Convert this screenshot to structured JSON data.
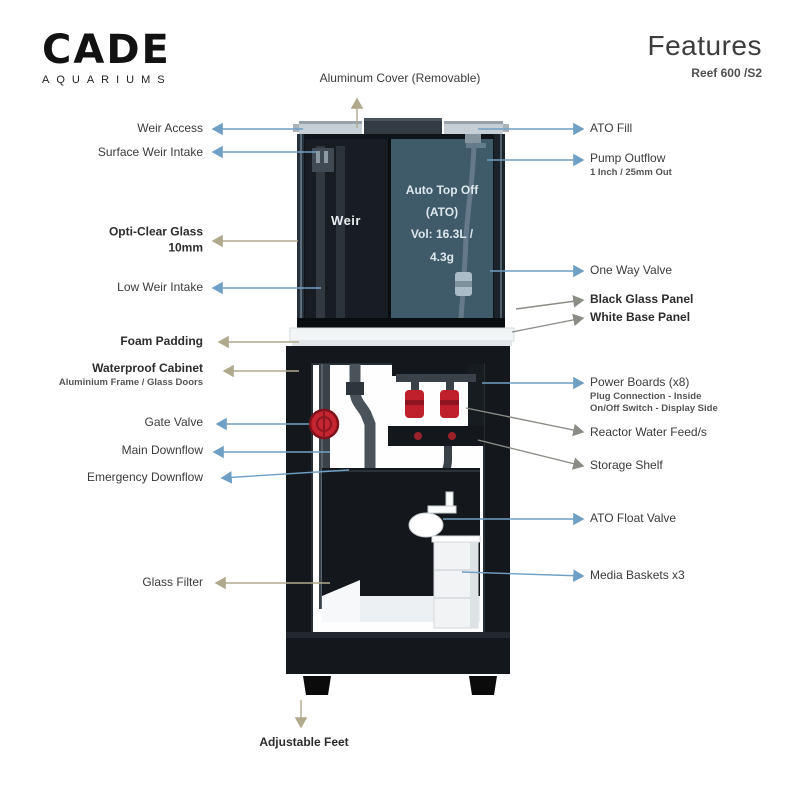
{
  "brand": {
    "name": "CADE",
    "tagline": "AQUARIUMS"
  },
  "header": {
    "title": "Features",
    "subtitle": "Reef 600 /S2"
  },
  "diagram_text": {
    "top_label": "Aluminum Cover (Removable)",
    "bottom_label": "Adjustable Feet",
    "weir_label": "Weir",
    "ato_text": [
      "Auto Top Off",
      "(ATO)",
      "Vol: 16.3L /",
      "4.3g"
    ]
  },
  "callouts_left": [
    {
      "label": "Weir Access"
    },
    {
      "label": "Surface Weir Intake"
    },
    {
      "label": "Opti-Clear Glass",
      "sub": "10mm"
    },
    {
      "label": "Low Weir Intake"
    },
    {
      "label": "Foam Padding"
    },
    {
      "label": "Waterproof Cabinet",
      "sub": "Aluminium Frame / Glass Doors"
    },
    {
      "label": "Gate Valve"
    },
    {
      "label": "Main Downflow"
    },
    {
      "label": "Emergency Downflow"
    },
    {
      "label": "Glass Filter"
    }
  ],
  "callouts_right": [
    {
      "label": "ATO Fill"
    },
    {
      "label": "Pump Outflow",
      "sub": "1 Inch / 25mm Out"
    },
    {
      "label": "One Way Valve"
    },
    {
      "label": "Black Glass Panel"
    },
    {
      "label": "White Base Panel"
    },
    {
      "label": "Power Boards (x8)",
      "sub": "Plug Connection - Inside",
      "sub2": "On/Off Switch - Display Side"
    },
    {
      "label": "Reactor Water Feed/s"
    },
    {
      "label": "Storage Shelf"
    },
    {
      "label": "ATO Float Valve"
    },
    {
      "label": "Media Baskets x3"
    }
  ],
  "colors": {
    "arrow_blue": "#6f9fc4",
    "arrow_tan": "#b0a98c",
    "arrow_gray": "#8a8d86",
    "ato_panel": "#3f5a68",
    "tank_dark": "#14181d",
    "valve_red": "#c0202c",
    "white_base": "#f2f5f6"
  }
}
